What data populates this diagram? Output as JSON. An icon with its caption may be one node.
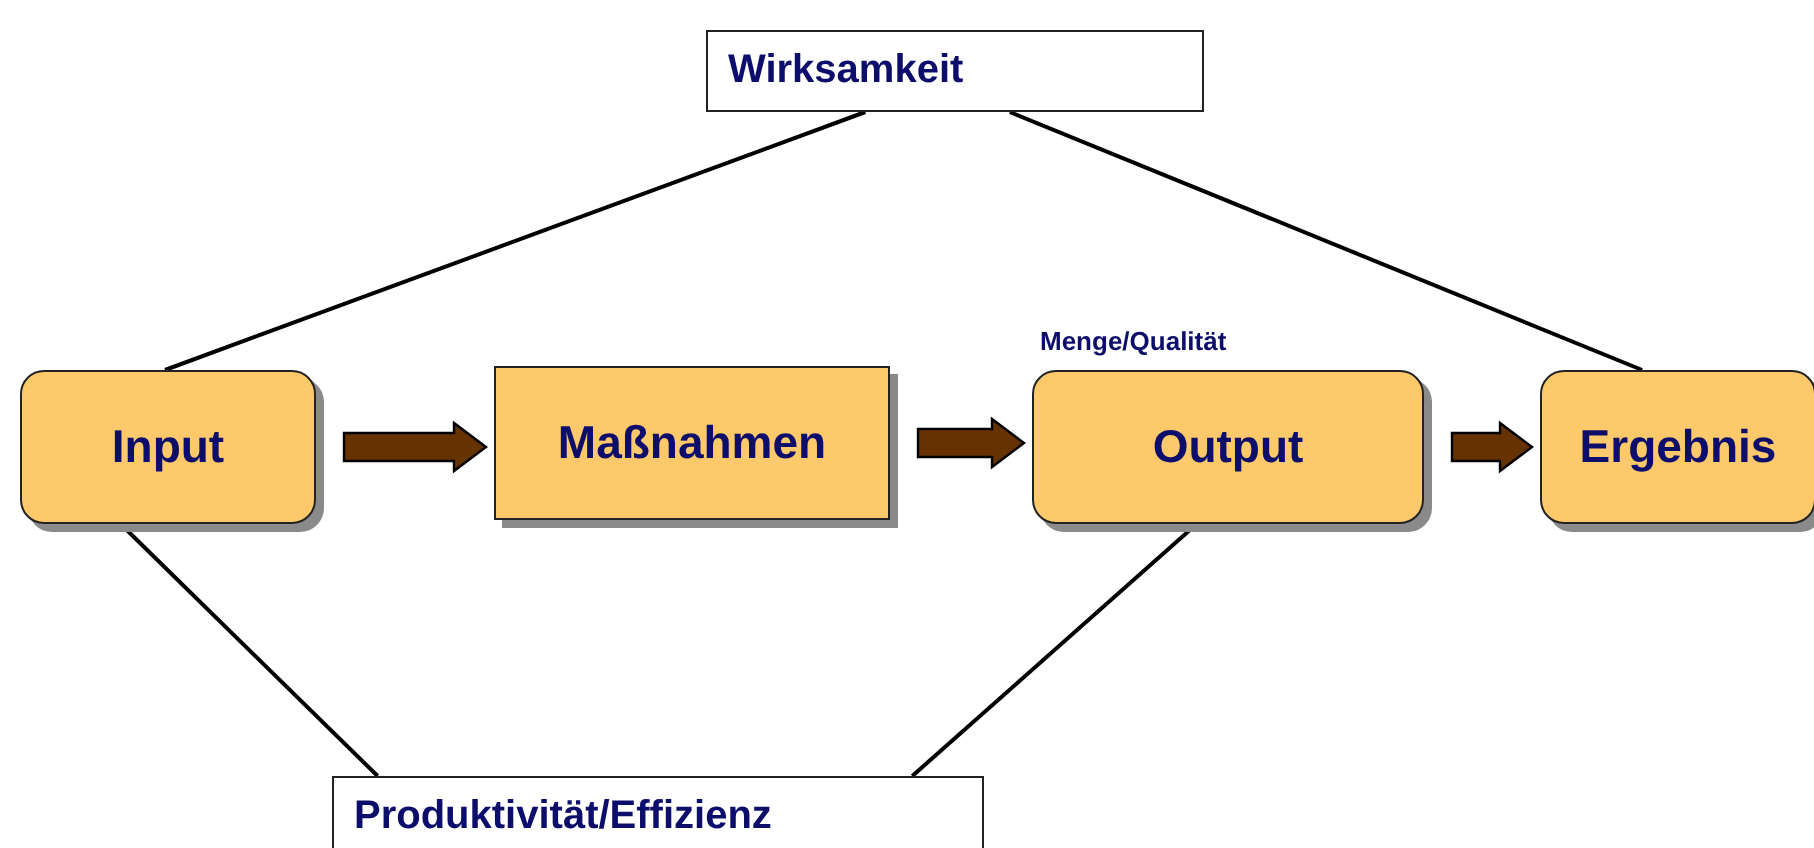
{
  "diagram": {
    "nodes": [
      {
        "text": [
          "Wirksamkeit"
        ]
      },
      {
        "text": [
          "Input"
        ]
      },
      {
        "text": [
          "Maßnahmen"
        ]
      },
      {
        "text": [
          "Output"
        ],
        "beside": [
          "Menge/Qualität"
        ]
      },
      {
        "text": [
          "Ergebnis"
        ]
      },
      {
        "text": [
          "Produktivität/Effizienz"
        ]
      }
    ],
    "edges": [
      {
        "from": 0,
        "to": 1,
        "arrow": "none"
      },
      {
        "from": 0,
        "to": 4,
        "arrow": "none"
      },
      {
        "from": 1,
        "to": 2,
        "arrow": "to",
        "style": "thick",
        "color": "#663300"
      },
      {
        "from": 2,
        "to": 3,
        "arrow": "to",
        "style": "thick",
        "color": "#663300"
      },
      {
        "from": 3,
        "to": 4,
        "arrow": "to",
        "style": "thick",
        "color": "#663300"
      },
      {
        "from": 1,
        "to": 5,
        "arrow": "none"
      },
      {
        "from": 3,
        "to": 5,
        "arrow": "none"
      }
    ]
  }
}
